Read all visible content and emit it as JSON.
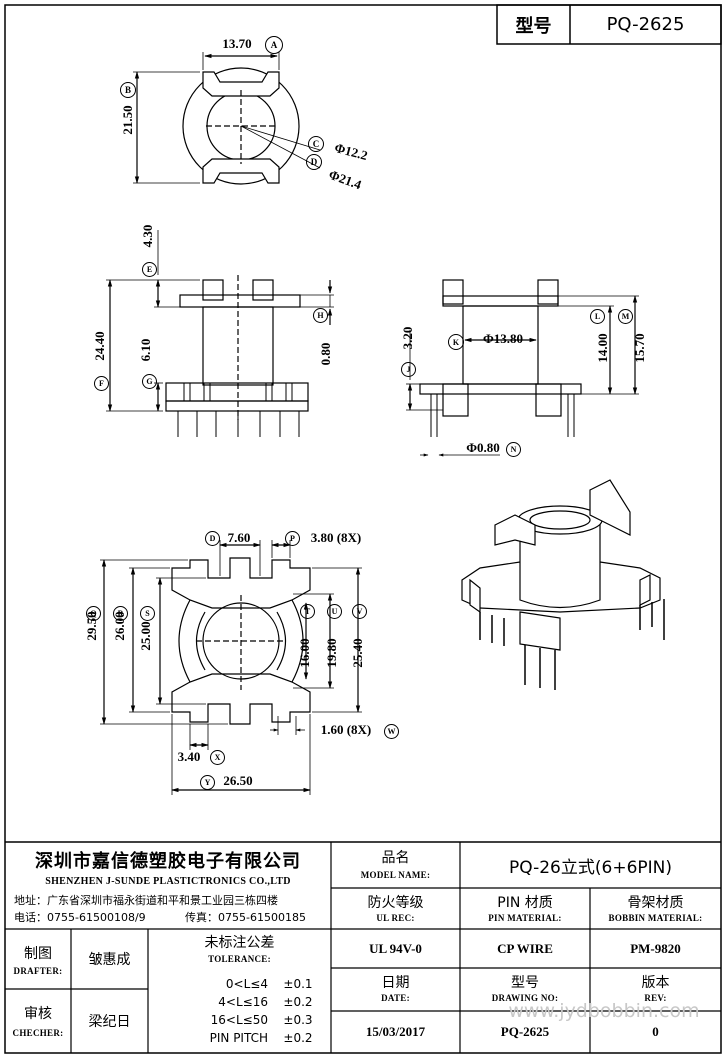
{
  "header": {
    "model_label": "型号",
    "model_value": "PQ-2625"
  },
  "top_view": {
    "width": "13.70",
    "height": "21.50",
    "inner_dia": "Φ12.2",
    "outer_dia": "Φ21.4",
    "markers": [
      "A",
      "B",
      "C",
      "D"
    ]
  },
  "front_view": {
    "top_h": "4.30",
    "total_h": "24.40",
    "base_h": "6.10",
    "flange": "0.80",
    "markers": [
      "E",
      "F",
      "G",
      "H"
    ]
  },
  "side_view": {
    "core_dia": "Φ13.80",
    "pin_dia": "Φ0.80",
    "flange_h": "3.20",
    "inner_h": "14.00",
    "outer_h": "15.70",
    "markers": [
      "K",
      "J",
      "L",
      "M",
      "N"
    ]
  },
  "bottom_view": {
    "slot_w": "7.60",
    "pin_pitch": "3.80 (8X)",
    "o_h": "29.50",
    "r_h": "26.00",
    "s_h": "25.00",
    "t_h": "16.00",
    "u_h": "19.80",
    "v_h": "25.40",
    "pin_w": "1.60 (8X)",
    "x_w": "3.40",
    "y_w": "26.50",
    "markers": [
      "D",
      "P",
      "Q",
      "R",
      "S",
      "T",
      "U",
      "V",
      "W",
      "X",
      "Y"
    ]
  },
  "title_block": {
    "company_cn": "深圳市嘉信德塑胶电子有限公司",
    "company_en": "SHENZHEN J-SUNDE PLASTICTRONICS CO.,LTD",
    "address": "地址：广东省深圳市福永街道和平和景工业园三栋四楼",
    "phone": "电话：0755-61500108/9",
    "fax": "传真：0755-61500185",
    "model_name_cn": "品名",
    "model_name_en": "MODEL NAME:",
    "model_name_value": "PQ-26立式(6+6PIN)",
    "ul_rec_cn": "防火等级",
    "ul_rec_en": "UL REC:",
    "ul_rec_value": "UL 94V-0",
    "pin_material_cn": "PIN 材质",
    "pin_material_en": "PIN MATERIAL:",
    "pin_material_value": "CP WIRE",
    "bobbin_material_cn": "骨架材质",
    "bobbin_material_en": "BOBBIN MATERIAL:",
    "bobbin_material_value": "PM-9820",
    "drafter_cn": "制图",
    "drafter_en": "DRAFTER:",
    "drafter_value": "皱惠成",
    "checker_cn": "审核",
    "checker_en": "CHECHER:",
    "checker_value": "梁纪日",
    "tolerance_cn": "未标注公差",
    "tolerance_en": "TOLERANCE:",
    "tolerance_rows": [
      {
        "range": "0<L≤4",
        "value": "±0.1"
      },
      {
        "range": "4<L≤16",
        "value": "±0.2"
      },
      {
        "range": "16<L≤50",
        "value": "±0.3"
      },
      {
        "range": "PIN PITCH",
        "value": "±0.2"
      }
    ],
    "date_cn": "日期",
    "date_en": "DATE:",
    "date_value": "15/03/2017",
    "drawing_no_cn": "型号",
    "drawing_no_en": "DRAWING NO:",
    "drawing_no_value": "PQ-2625",
    "rev_cn": "版本",
    "rev_en": "REV:",
    "rev_value": "0"
  },
  "watermark": "www.jydbobbin.com"
}
